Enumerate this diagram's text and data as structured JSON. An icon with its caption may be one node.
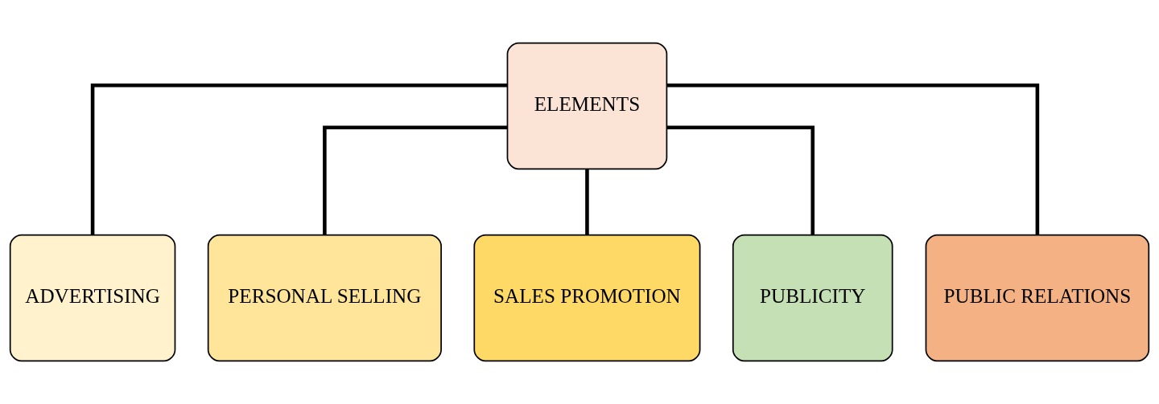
{
  "diagram": {
    "nodes": [
      {
        "text": [
          "ELEMENTS"
        ]
      },
      {
        "text": [
          "ADVERTISING"
        ]
      },
      {
        "text": [
          "PERSONAL SELLING"
        ]
      },
      {
        "text": [
          "SALES PROMOTION"
        ]
      },
      {
        "text": [
          "PUBLICITY"
        ]
      },
      {
        "text": [
          "PUBLIC RELATIONS"
        ]
      }
    ],
    "edges": [
      {
        "from": 0,
        "to": 1,
        "arrow": "none"
      },
      {
        "from": 0,
        "to": 2,
        "arrow": "none"
      },
      {
        "from": 0,
        "to": 3,
        "arrow": "none"
      },
      {
        "from": 0,
        "to": 4,
        "arrow": "none"
      },
      {
        "from": 0,
        "to": 5,
        "arrow": "none"
      }
    ]
  }
}
